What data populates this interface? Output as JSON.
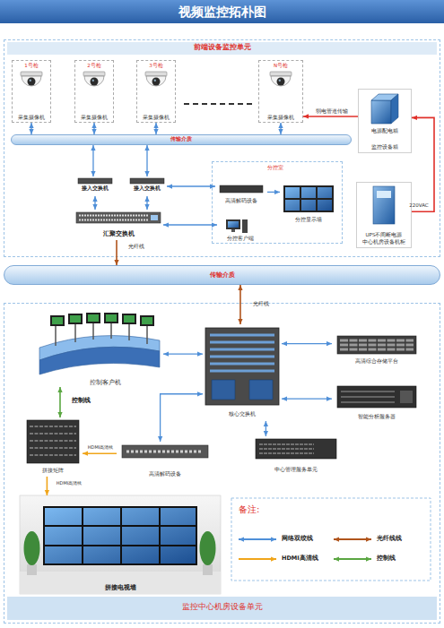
{
  "diagram": {
    "title": "视频监控拓朴图",
    "nodes": [
      {
        "text": [
          "前端设备监控单元"
        ]
      },
      {
        "text": [
          "1号枪",
          "采集摄像机"
        ],
        "in": 0
      },
      {
        "text": [
          "2号枪",
          "采集摄像机"
        ],
        "in": 0
      },
      {
        "text": [
          "3号枪",
          "采集摄像机"
        ],
        "in": 0
      },
      {
        "text": [
          "N号枪",
          "采集摄像机"
        ],
        "in": 0
      },
      {
        "text": [
          "传输介质"
        ],
        "in": 0
      },
      {
        "text": [
          "电源配电箱",
          "监控设备箱"
        ],
        "in": 0
      },
      {
        "text": [
          "接入交换机"
        ],
        "in": 0
      },
      {
        "text": [
          "接入交换机"
        ],
        "in": 0
      },
      {
        "text": [
          "分控室"
        ],
        "in": 0
      },
      {
        "text": [
          "高清解码设备"
        ],
        "in": 9
      },
      {
        "text": [
          "分控显示墙"
        ],
        "in": 9
      },
      {
        "text": [
          "分控客户端"
        ],
        "in": 9
      },
      {
        "text": [
          "汇聚交换机"
        ],
        "in": 0
      },
      {
        "text": [
          "UPS不间断电源",
          "中心机房设备机柜"
        ],
        "in": 0
      },
      {
        "text": [
          "传输介质"
        ]
      },
      {
        "text": [
          "监控中心机房设备单元"
        ]
      },
      {
        "text": [
          "控制客户机"
        ],
        "in": 16
      },
      {
        "text": [
          "核心交换机"
        ],
        "in": 16
      },
      {
        "text": [
          "高清综合存储平台"
        ],
        "in": 16
      },
      {
        "text": [
          "智能分析服务器"
        ],
        "in": 16
      },
      {
        "text": [
          "拼接矩阵"
        ],
        "in": 16
      },
      {
        "text": [
          "高清解码设备"
        ],
        "in": 16
      },
      {
        "text": [
          "中心管理服务单元"
        ],
        "in": 16
      },
      {
        "text": [
          "拼接电视墙"
        ],
        "in": 16
      }
    ],
    "edges": [
      {
        "from": 1,
        "to": 5,
        "arrow": "both"
      },
      {
        "from": 2,
        "to": 5,
        "arrow": "both"
      },
      {
        "from": 3,
        "to": 5,
        "arrow": "both"
      },
      {
        "from": 4,
        "to": 5,
        "arrow": "both"
      },
      {
        "from": 6,
        "to": 4,
        "arrow": "to",
        "label": "弱电管道传输"
      },
      {
        "from": 14,
        "to": 6,
        "arrow": "to",
        "label": "220VAC"
      },
      {
        "from": 5,
        "to": 7,
        "arrow": "both"
      },
      {
        "from": 5,
        "to": 8,
        "arrow": "both"
      },
      {
        "from": 7,
        "to": 13,
        "arrow": "both"
      },
      {
        "from": 8,
        "to": 13,
        "arrow": "both"
      },
      {
        "from": 8,
        "to": 10,
        "arrow": "both"
      },
      {
        "from": 13,
        "to": 12,
        "arrow": "both"
      },
      {
        "from": 10,
        "to": 11,
        "arrow": "to"
      },
      {
        "from": 13,
        "to": 15,
        "arrow": "to",
        "label": "光纤线"
      },
      {
        "from": 15,
        "to": 18,
        "arrow": "both",
        "label": "光纤线"
      },
      {
        "from": 17,
        "to": 18,
        "arrow": "both"
      },
      {
        "from": 18,
        "to": 19,
        "arrow": "both"
      },
      {
        "from": 18,
        "to": 20,
        "arrow": "both"
      },
      {
        "from": 18,
        "to": 22,
        "arrow": "both"
      },
      {
        "from": 18,
        "to": 23,
        "arrow": "both"
      },
      {
        "from": 17,
        "to": 21,
        "arrow": "both",
        "label": "控制线"
      },
      {
        "from": 22,
        "to": 21,
        "arrow": "to",
        "label": "HDMI高清线"
      },
      {
        "from": 21,
        "to": 24,
        "arrow": "to",
        "label": "HDMI高清线"
      }
    ],
    "labels": [
      "备注:"
    ],
    "legend": [
      {
        "text": "网络双绞线"
      },
      {
        "text": "光纤线线"
      },
      {
        "text": "HDMI高清线"
      },
      {
        "text": "控制线"
      }
    ]
  }
}
